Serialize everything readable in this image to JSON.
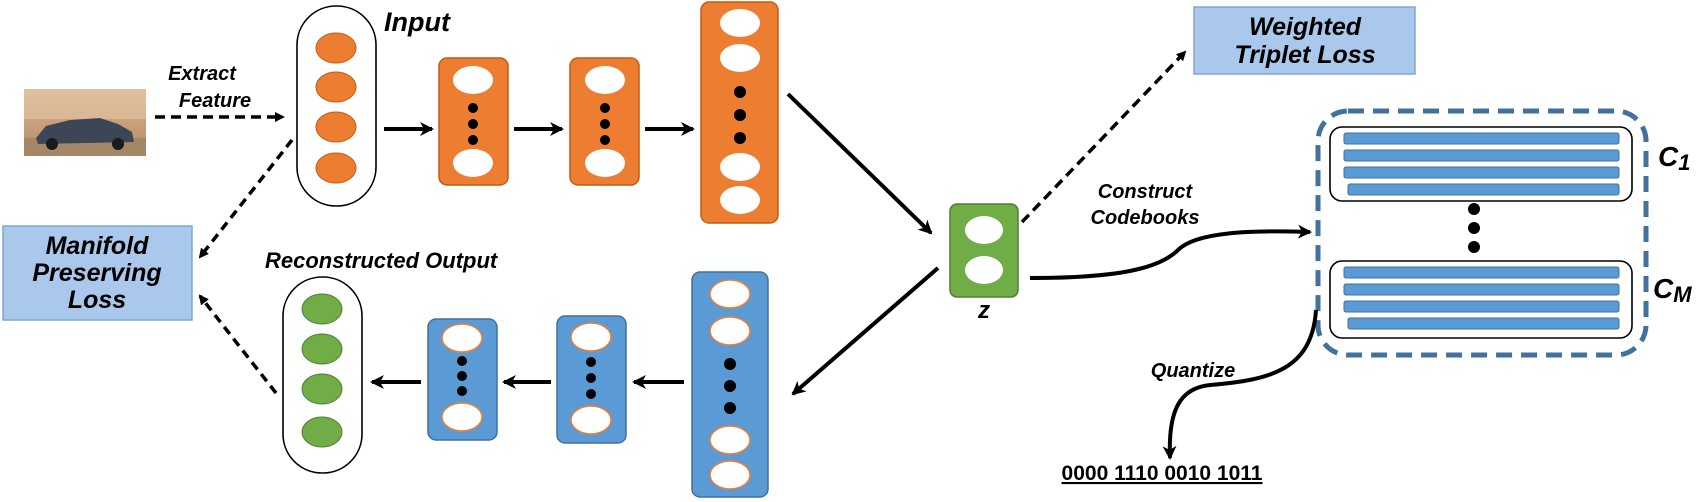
{
  "labels": {
    "input": "Input",
    "extract_line1": "Extract",
    "extract_line2": "Feature",
    "manifold_line1": "Manifold",
    "manifold_line2": "Preserving",
    "manifold_line3": "Loss",
    "weighted_line1": "Weighted",
    "weighted_line2": "Triplet Loss",
    "reconstructed_output": "Reconstructed Output",
    "z": "z",
    "construct_line1": "Construct",
    "construct_line2": "Codebooks",
    "quantize": "Quantize",
    "codebook_1_letter": "C",
    "codebook_1_sub": "1",
    "codebook_m_letter": "C",
    "codebook_m_sub": "M",
    "binary_code": "0000 1110 0010 1011"
  },
  "colors": {
    "encoder_orange": "#ED7D31",
    "decoder_blue": "#5B9BD5",
    "latent_green": "#70AD47",
    "loss_box_fill": "#A9C8EB",
    "codebook_dash": "#41719C",
    "codebook_bar": "#5B9BD5"
  },
  "image": {
    "description_icon": "car-photo-icon"
  }
}
